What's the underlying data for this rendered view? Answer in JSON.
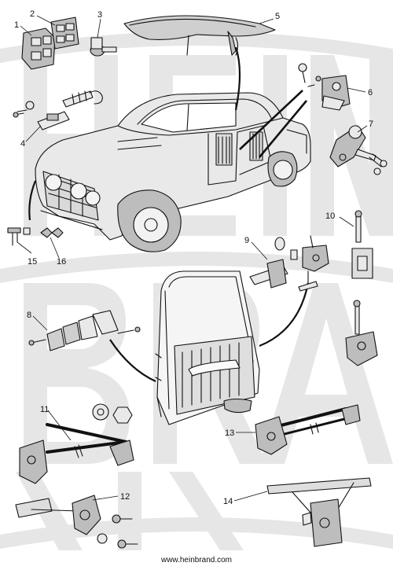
{
  "watermark": {
    "brand": "HEINBRAND",
    "color": "#e6e6e6"
  },
  "callouts": [
    {
      "number": "1"
    },
    {
      "number": "2"
    },
    {
      "number": "3"
    },
    {
      "number": "4"
    },
    {
      "number": "5"
    },
    {
      "number": "6"
    },
    {
      "number": "7"
    },
    {
      "number": "8"
    },
    {
      "number": "9"
    },
    {
      "number": "10"
    },
    {
      "number": "11"
    },
    {
      "number": "12"
    },
    {
      "number": "13"
    },
    {
      "number": "14"
    },
    {
      "number": "15"
    },
    {
      "number": "16"
    }
  ],
  "footer": {
    "url": "www.heinbrand.com"
  },
  "colors": {
    "line": "#111111",
    "part_fill": "#e9e9e9",
    "shade": "#bdbdbd",
    "background": "#ffffff"
  }
}
